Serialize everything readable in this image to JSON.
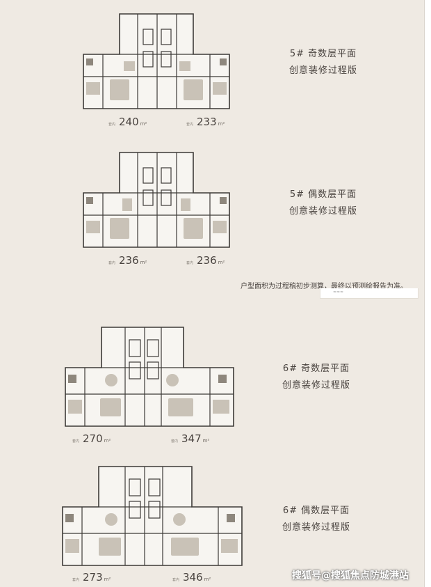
{
  "plans": [
    {
      "title_line1": "5# 奇数层平面",
      "title_line2": "创意装修过程版",
      "area_left": "240",
      "area_right": "233",
      "unit": "m²",
      "tag": "套内"
    },
    {
      "title_line1": "5# 偶数层平面",
      "title_line2": "创意装修过程版",
      "area_left": "236",
      "area_right": "236",
      "unit": "m²",
      "tag": "套内"
    },
    {
      "title_line1": "6# 奇数层平面",
      "title_line2": "创意装修过程版",
      "area_left": "270",
      "area_right": "347",
      "unit": "m²",
      "tag": "套内"
    },
    {
      "title_line1": "6# 偶数层平面",
      "title_line2": "创意装修过程版",
      "area_left": "273",
      "area_right": "346",
      "unit": "m²",
      "tag": "套内"
    }
  ],
  "note": "户型面积为过程稿初步测算，最终以预测绘报告为准。",
  "note_box_text": "≈≈≈",
  "watermark": "搜狐号@搜狐焦点防城港站",
  "colors": {
    "background": "#efeae3",
    "wall": "#3d3a37",
    "room": "#f7f5f1",
    "furniture": "#c9c2b7",
    "text": "#4a4440"
  }
}
